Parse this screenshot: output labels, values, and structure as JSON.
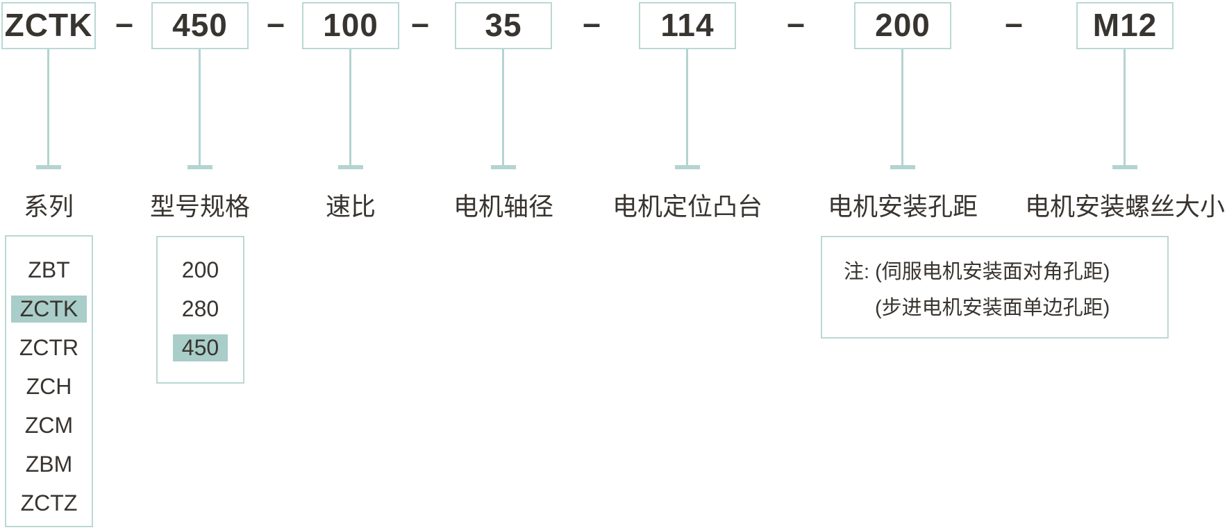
{
  "colors": {
    "teal_border": "#b9d8d4",
    "teal_line": "#b3d4d0",
    "teal_highlight": "#a9cdc8",
    "text_dark": "#383430",
    "background": "#ffffff"
  },
  "model_code": {
    "separator": "–",
    "segments": [
      {
        "value": "ZCTK",
        "label": "系列"
      },
      {
        "value": "450",
        "label": "型号规格"
      },
      {
        "value": "100",
        "label": "速比"
      },
      {
        "value": "35",
        "label": "电机轴径"
      },
      {
        "value": "114",
        "label": "电机定位凸台"
      },
      {
        "value": "200",
        "label": "电机安装孔距"
      },
      {
        "value": "M12",
        "label": "电机安装螺丝大小"
      }
    ]
  },
  "series_options": {
    "items": [
      "ZBT",
      "ZCTK",
      "ZCTR",
      "ZCH",
      "ZCM",
      "ZBM",
      "ZCTZ"
    ],
    "selected": "ZCTK"
  },
  "spec_options": {
    "items": [
      "200",
      "280",
      "450"
    ],
    "selected": "450"
  },
  "note": {
    "line1": "注: (伺服电机安装面对角孔距)",
    "line2": "(步进电机安装面单边孔距)"
  }
}
